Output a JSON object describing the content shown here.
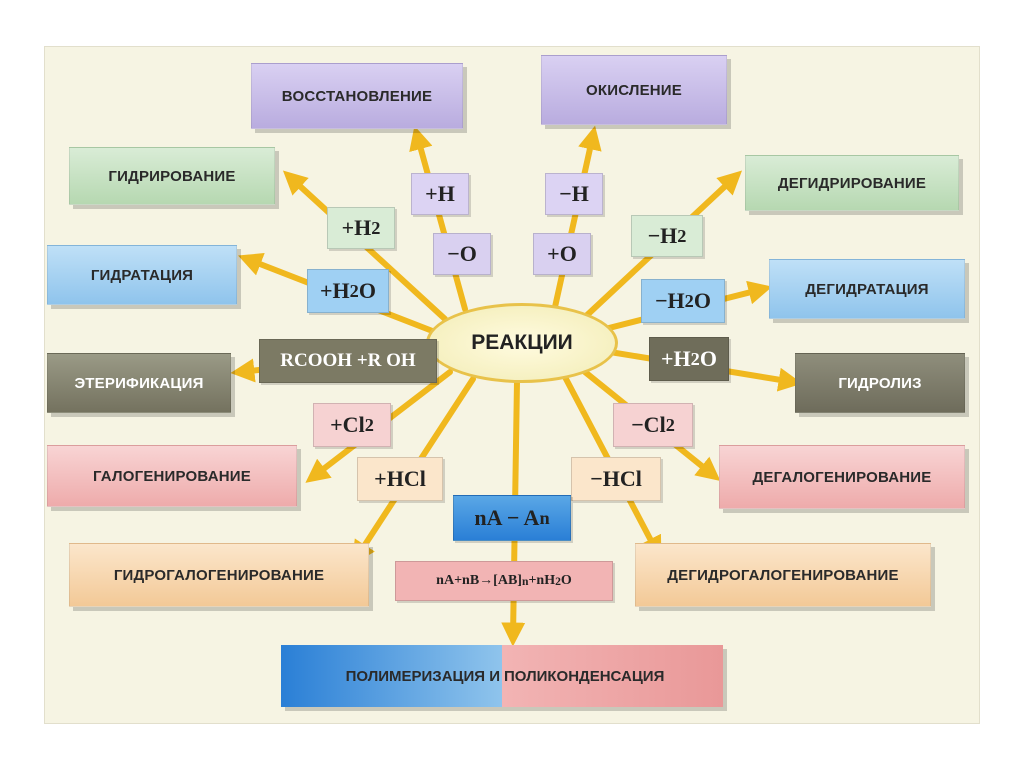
{
  "center": "РЕАКЦИИ",
  "colors": {
    "arrow": "#f0b81e",
    "center_border": "#e8c24a"
  },
  "boxes": {
    "vosstanovlenie": "ВОССТАНОВЛЕНИЕ",
    "okislenie": "ОКИСЛЕНИЕ",
    "gidrirovanie": "ГИДРИРОВАНИЕ",
    "degidrirovanie": "ДЕГИДРИРОВАНИЕ",
    "gidratatsiya": "ГИДРАТАЦИЯ",
    "degidratatsiya": "ДЕГИДРАТАЦИЯ",
    "eterifikatsiya": "ЭТЕРИФИКАЦИЯ",
    "gidroliz": "ГИДРОЛИЗ",
    "galogenirovanie": "ГАЛОГЕНИРОВАНИЕ",
    "degalogenirovanie": "ДЕГАЛОГЕНИРОВАНИЕ",
    "gidrogalogenirovanie": "ГИДРОГАЛОГЕНИРОВАНИЕ",
    "degidrogalogenirovanie": "ДЕГИДРОГАЛОГЕНИРОВАНИЕ",
    "polymerization": "ПОЛИМЕРИЗАЦИЯ И",
    "polycondensation": "ПОЛИКОНДЕНСАЦИЯ"
  },
  "labels": {
    "plus_h": "+H",
    "minus_o": "−O",
    "minus_h": "−H",
    "plus_o": "+O",
    "plus_h2": "+H",
    "minus_h2": "−H",
    "plus_h2o": "+H",
    "minus_h2o": "−H",
    "rcooh": "RCOOH +R OH",
    "plus_h2o_hydrolysis": "+H",
    "plus_cl2": "+Cl",
    "minus_cl2": "−Cl",
    "plus_hcl": "+HCl",
    "minus_hcl": "−HCl",
    "na_an": "nA − A",
    "poly_eq_a": "nA+nB",
    "poly_eq_b": "[AB]",
    "poly_eq_c": "+nH",
    "o_suffix": "O",
    "sub_2": "2",
    "sub_n": "n"
  }
}
